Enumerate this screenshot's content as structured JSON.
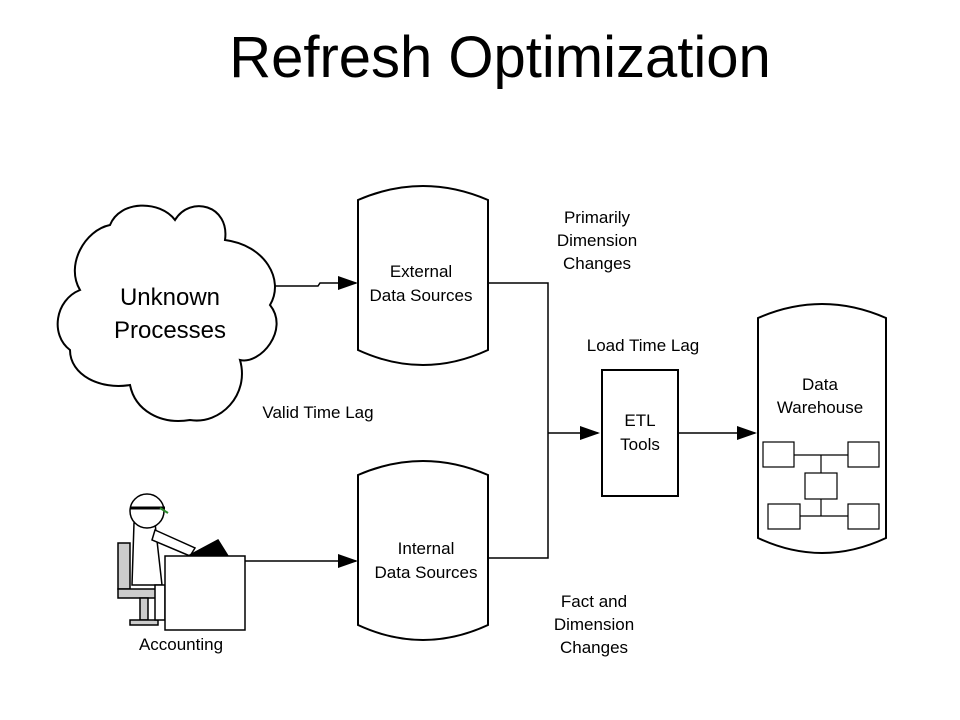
{
  "title": "Refresh Optimization",
  "cloud": {
    "line1": "Unknown",
    "line2": "Processes"
  },
  "external": {
    "line1": "External",
    "line2": "Data Sources"
  },
  "internal": {
    "line1": "Internal",
    "line2": "Data Sources"
  },
  "etl": {
    "line1": "ETL",
    "line2": "Tools"
  },
  "warehouse": {
    "line1": "Data",
    "line2": "Warehouse"
  },
  "labels": {
    "valid_time_lag": "Valid Time Lag",
    "load_time_lag": "Load Time Lag",
    "accounting": "Accounting",
    "primarily": [
      "Primarily",
      "Dimension",
      "Changes"
    ],
    "fact": [
      "Fact and",
      "Dimension",
      "Changes"
    ]
  }
}
